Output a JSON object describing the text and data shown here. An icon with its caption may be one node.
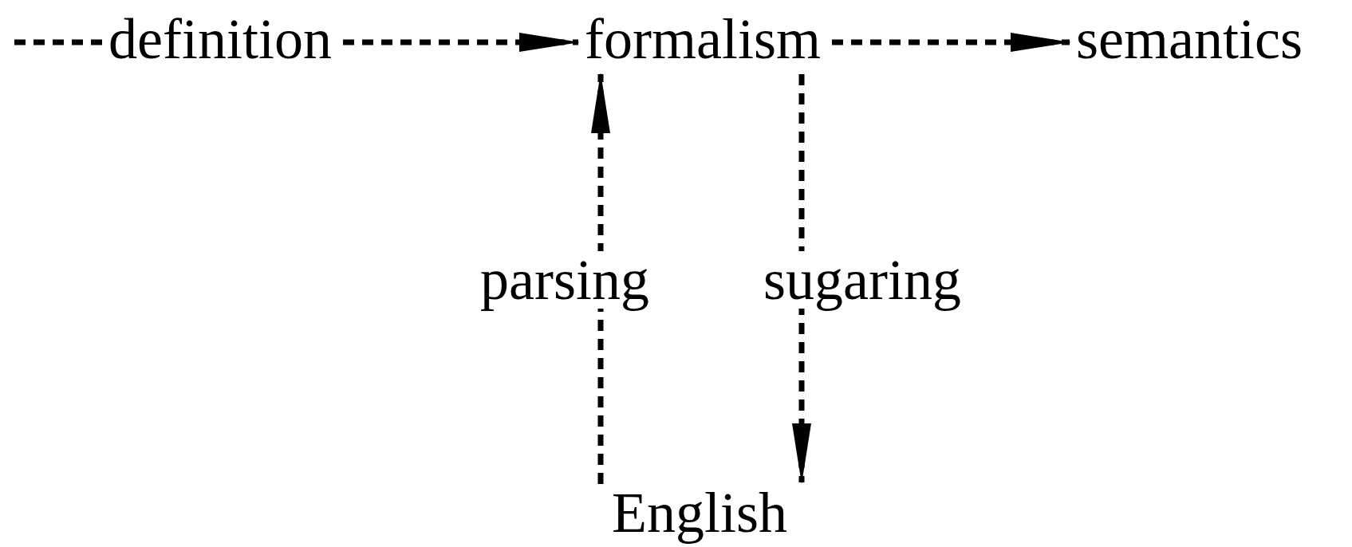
{
  "diagram": {
    "nodes": [
      {
        "text": [
          "definition"
        ]
      },
      {
        "text": [
          "formalism"
        ]
      },
      {
        "text": [
          "semantics"
        ]
      },
      {
        "text": [
          "English"
        ]
      }
    ],
    "edges": [
      {
        "from": null,
        "to": 0,
        "arrow": "none",
        "style": "dashed"
      },
      {
        "from": 0,
        "to": 1,
        "arrow": "to",
        "style": "dashed"
      },
      {
        "from": 1,
        "to": 2,
        "arrow": "to",
        "style": "dashed"
      },
      {
        "from": 3,
        "to": 1,
        "arrow": "to",
        "style": "dashed",
        "label": "parsing"
      },
      {
        "from": 1,
        "to": 3,
        "arrow": "to",
        "style": "dashed",
        "label": "sugaring"
      }
    ]
  }
}
